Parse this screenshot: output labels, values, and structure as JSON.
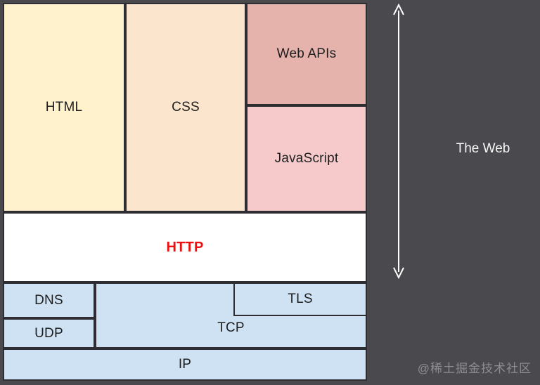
{
  "background_color": "#4A4A4E",
  "border_color": "#2E2E32",
  "diagram": {
    "title_context": "web technology stack",
    "layers": {
      "html": {
        "label": "HTML",
        "color": "#FFF2CC"
      },
      "css": {
        "label": "CSS",
        "color": "#FCE5CD"
      },
      "web_apis": {
        "label": "Web APIs",
        "color": "#E6B2AC"
      },
      "javascript": {
        "label": "JavaScript",
        "color": "#F6C9CB"
      },
      "http": {
        "label": "HTTP",
        "color": "#FFFFFF",
        "text_color": "#EC1111"
      },
      "dns": {
        "label": "DNS",
        "color": "#CFE2F3"
      },
      "udp": {
        "label": "UDP",
        "color": "#CFE2F3"
      },
      "tcp": {
        "label": "TCP",
        "color": "#CFE2F3"
      },
      "tls": {
        "label": "TLS",
        "color": "#CFE2F3"
      },
      "ip": {
        "label": "IP",
        "color": "#CFE2F3"
      }
    }
  },
  "annotation": {
    "label": "The Web",
    "arrow": "double-headed-vertical-arrow",
    "color": "#F5F5F5"
  },
  "watermark": {
    "label": "@稀土掘金技术社区",
    "color": "#8D8D90"
  }
}
